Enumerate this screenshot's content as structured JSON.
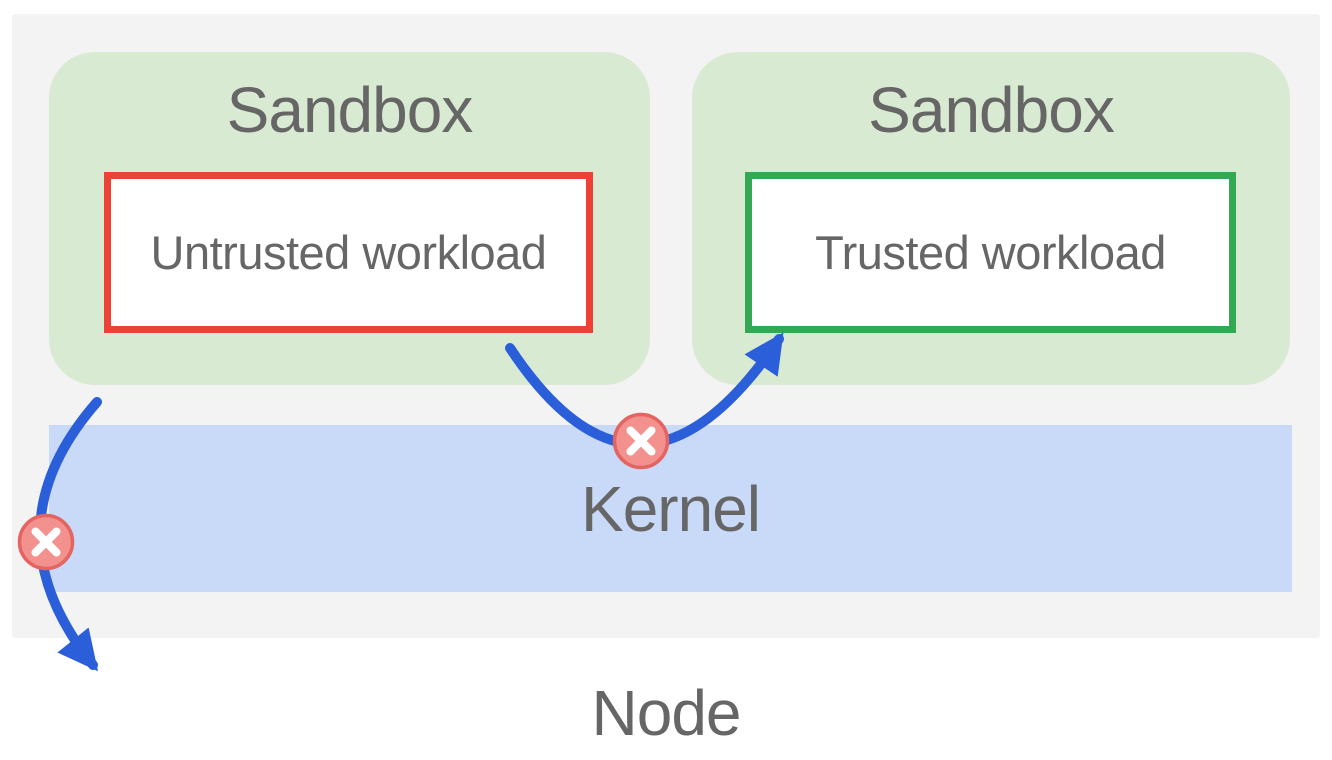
{
  "diagram": {
    "node_label": "Node",
    "kernel_label": "Kernel",
    "sandboxes": [
      {
        "title": "Sandbox",
        "workload_label": "Untrusted workload",
        "workload_status": "untrusted",
        "workload_border_color": "#ea4335"
      },
      {
        "title": "Sandbox",
        "workload_label": "Trusted workload",
        "workload_status": "trusted",
        "workload_border_color": "#34a853"
      }
    ],
    "arrows": [
      {
        "name": "untrusted-workload-escape-through-kernel",
        "blocked_icon": "x-icon",
        "blocked": true
      },
      {
        "name": "untrusted-workload-to-trusted-workload",
        "blocked_icon": "x-icon",
        "blocked": true
      }
    ],
    "colors": {
      "page_bg": "#ffffff",
      "node_bg": "#f3f3f3",
      "sandbox_bg": "#d9ead3",
      "kernel_bg": "#c9daf8",
      "untrusted_border": "#ea4335",
      "trusted_border": "#34a853",
      "arrow_blue": "#2b5fd9",
      "blocked_fill": "#f2918e",
      "blocked_stroke": "#e36460",
      "blocked_x": "#ffffff",
      "label_text": "#666666"
    }
  }
}
